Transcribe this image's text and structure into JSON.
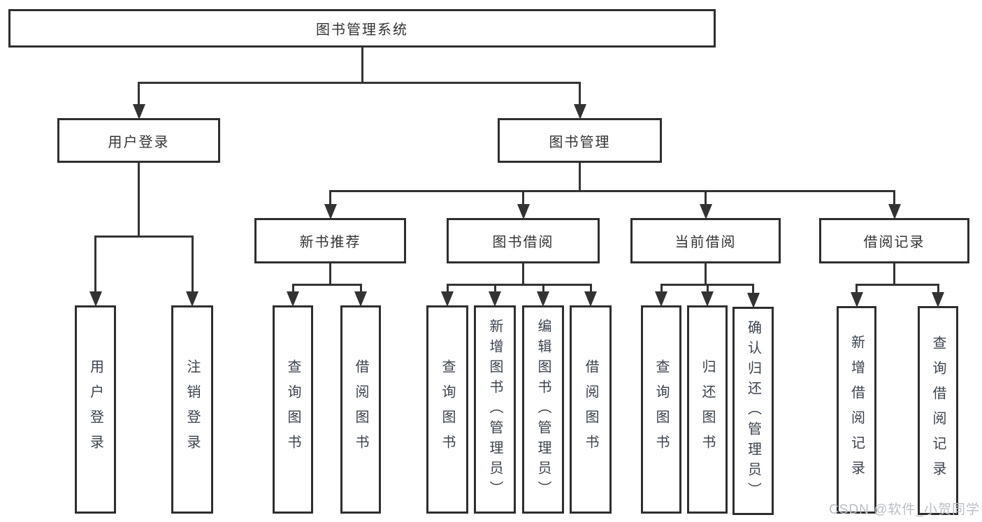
{
  "diagram": {
    "type": "hierarchy-tree",
    "title": "图书管理系统"
  },
  "nodes": [
    {
      "id": "root",
      "label": "图书管理系统",
      "parent": null,
      "orientation": "horizontal"
    },
    {
      "id": "user-login",
      "label": "用户登录",
      "parent": "root",
      "orientation": "horizontal"
    },
    {
      "id": "book-management",
      "label": "图书管理",
      "parent": "root",
      "orientation": "horizontal"
    },
    {
      "id": "login-action",
      "label": "用户登录",
      "parent": "user-login",
      "orientation": "vertical"
    },
    {
      "id": "logout",
      "label": "注销登录",
      "parent": "user-login",
      "orientation": "vertical"
    },
    {
      "id": "new-book-recommendation",
      "label": "新书推荐",
      "parent": "book-management",
      "orientation": "horizontal"
    },
    {
      "id": "book-borrowing",
      "label": "图书借阅",
      "parent": "book-management",
      "orientation": "horizontal"
    },
    {
      "id": "current-borrowing",
      "label": "当前借阅",
      "parent": "book-management",
      "orientation": "horizontal"
    },
    {
      "id": "borrowing-records",
      "label": "借阅记录",
      "parent": "book-management",
      "orientation": "horizontal"
    },
    {
      "id": "rec-query-books",
      "label": "查询图书",
      "parent": "new-book-recommendation",
      "orientation": "vertical"
    },
    {
      "id": "rec-borrow-books",
      "label": "借阅图书",
      "parent": "new-book-recommendation",
      "orientation": "vertical"
    },
    {
      "id": "bb-query-books",
      "label": "查询图书",
      "parent": "book-borrowing",
      "orientation": "vertical"
    },
    {
      "id": "bb-add-books-admin",
      "label": "新增图书（管理员）",
      "parent": "book-borrowing",
      "orientation": "vertical"
    },
    {
      "id": "bb-edit-books-admin",
      "label": "编辑图书（管理员）",
      "parent": "book-borrowing",
      "orientation": "vertical"
    },
    {
      "id": "bb-borrow-books",
      "label": "借阅图书",
      "parent": "book-borrowing",
      "orientation": "vertical"
    },
    {
      "id": "cb-query-books",
      "label": "查询图书",
      "parent": "current-borrowing",
      "orientation": "vertical"
    },
    {
      "id": "cb-return-books",
      "label": "归还图书",
      "parent": "current-borrowing",
      "orientation": "vertical"
    },
    {
      "id": "cb-confirm-return-admin",
      "label": "确认归还（管理员）",
      "parent": "current-borrowing",
      "orientation": "vertical"
    },
    {
      "id": "br-add-record",
      "label": "新增借阅记录",
      "parent": "borrowing-records",
      "orientation": "vertical"
    },
    {
      "id": "br-query-record",
      "label": "查询借阅记录",
      "parent": "borrowing-records",
      "orientation": "vertical"
    }
  ],
  "watermark": {
    "text": "CSDN @软件_小贺同学"
  },
  "colors": {
    "line": "#333333",
    "box_border": "#2e2e2e",
    "box_text": "#333333",
    "vertical_text": "#3c434e",
    "watermark": "#b9bdc5",
    "background": "#ffffff"
  }
}
